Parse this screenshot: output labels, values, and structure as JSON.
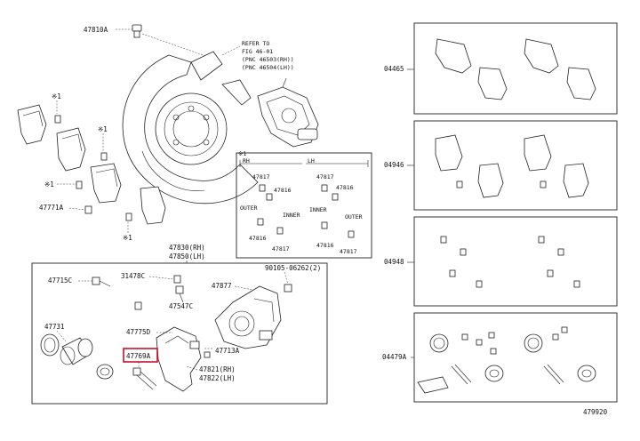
{
  "refer_note": [
    "REFER TO",
    "FIG 46-01",
    "(PNC 46503(RH))",
    "(PNC 46504(LH))"
  ],
  "labels": {
    "p47810A": "47810A",
    "x1a": "※1",
    "x1b": "※1",
    "x1c": "※1",
    "x1d": "※1",
    "p47771A": "47771A",
    "p47830": "47830(RH)",
    "p47850": "47850(LH)",
    "p47715C": "47715C",
    "p31478C": "31478C",
    "p90105": "90105-06262(2)",
    "p47547C": "47547C",
    "p47877": "47877",
    "p47731": "47731",
    "p47775D": "47775D",
    "p47769A": "47769A",
    "p47713A": "47713A",
    "p47821": "47821(RH)",
    "p47822": "47822(LH)",
    "p04465": "04465",
    "p04946": "04946",
    "p04948": "04948",
    "p04479A": "04479A",
    "footer": "479920"
  },
  "detail": {
    "header_left": "RH",
    "header_right": "LH",
    "marker": "※1",
    "outer1": "OUTER",
    "inner1": "INNER",
    "inner2": "INNER",
    "outer2": "OUTER",
    "p47817a": "47817",
    "p47816a": "47816",
    "p47816b": "47816",
    "p47817b": "47817",
    "p47817c": "47817",
    "p47816c": "47816",
    "p47816d": "47816",
    "p47817d": "47817"
  },
  "colors": {
    "highlight": "#c8102e",
    "line": "#222222"
  }
}
